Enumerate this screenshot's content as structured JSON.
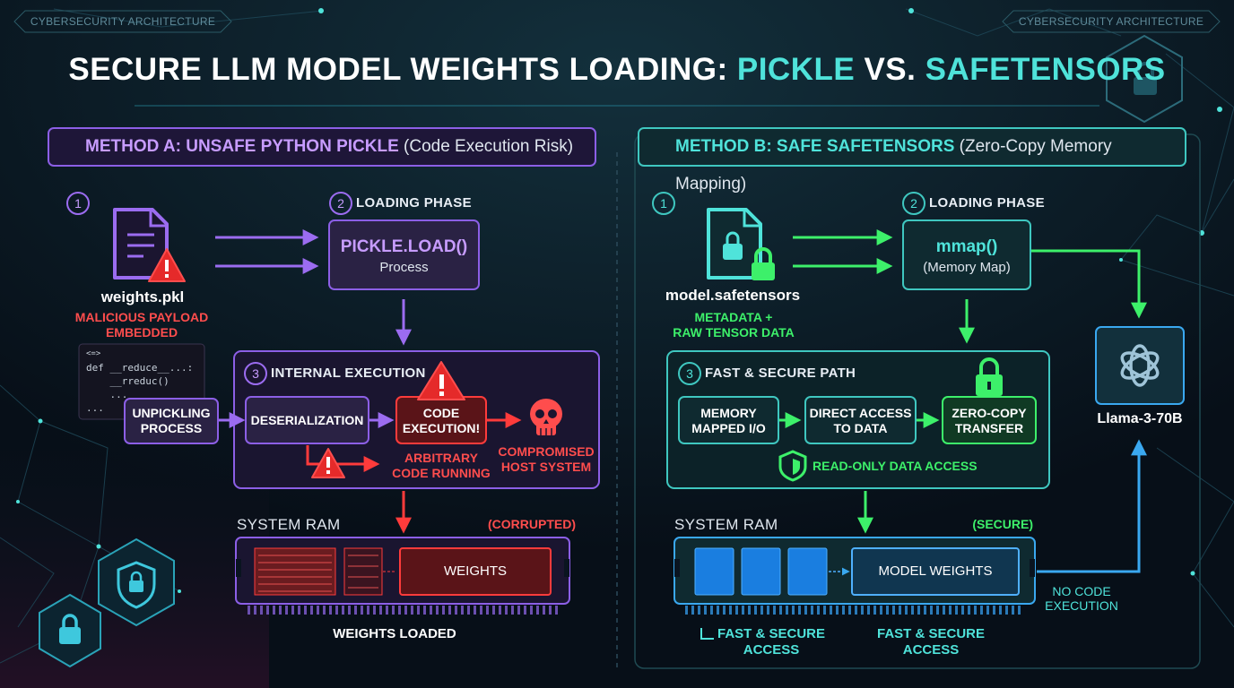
{
  "corner_tag": "CYBERSECURITY ARCHITECTURE",
  "title": {
    "part1": "SECURE LLM MODEL WEIGHTS LOADING: ",
    "part2": "PICKLE",
    "part3": " VS. ",
    "part4": "SAFETENSORS"
  },
  "method_a": {
    "heading_bold": "METHOD A: UNSAFE PYTHON PICKLE",
    "heading_sub": " (Code Execution Risk)",
    "step1_num": "1",
    "file_name": "weights.pkl",
    "payload_label": "MALICIOUS PAYLOAD\nEMBEDDED",
    "code_lines": [
      "<=>",
      "def __reduce__...:",
      "    __rreduc()",
      "    ...",
      "..."
    ],
    "step2_num": "2",
    "loading_phase": "LOADING PHASE",
    "pickle_load_title": "PICKLE.LOAD()",
    "pickle_load_sub": "Process",
    "step3_num": "3",
    "internal_execution": "INTERNAL EXECUTION",
    "unpickling": "UNPICKLING\nPROCESS",
    "deserialization": "DESERIALIZATION",
    "code_execution": "CODE\nEXECUTION!",
    "arbitrary": "ARBITRARY\nCODE RUNNING",
    "compromised": "COMPROMISED\nHOST SYSTEM",
    "ram_label": "SYSTEM RAM",
    "ram_status": "(CORRUPTED)",
    "weights": "WEIGHTS",
    "weights_loaded": "WEIGHTS LOADED"
  },
  "method_b": {
    "heading_bold": "METHOD B: SAFE SAFETENSORS",
    "heading_sub": " (Zero-Copy Memory Mapping)",
    "step1_num": "1",
    "file_name": "model.safetensors",
    "meta_label": "METADATA +\nRAW TENSOR DATA",
    "step2_num": "2",
    "loading_phase": "LOADING PHASE",
    "mmap_title": "mmap()",
    "mmap_sub": "(Memory Map)",
    "step3_num": "3",
    "fast_path": "FAST & SECURE PATH",
    "memory_mapped": "MEMORY\nMAPPED I/O",
    "direct_access": "DIRECT ACCESS\nTO DATA",
    "zero_copy": "ZERO-COPY\nTRANSFER",
    "read_only": "READ-ONLY DATA ACCESS",
    "ram_label": "SYSTEM RAM",
    "ram_status": "(SECURE)",
    "model_weights": "MODEL WEIGHTS",
    "fast_access_1": "FAST & SECURE\nACCESS",
    "fast_access_2": "FAST & SECURE\nACCESS",
    "no_code": "NO CODE\nEXECUTION",
    "model_name": "Llama-3-70B"
  },
  "colors": {
    "purple": "#9b6cf0",
    "red": "#ff3b3b",
    "teal": "#4fe3da",
    "green": "#3df06a",
    "blue": "#2a8fe8"
  }
}
